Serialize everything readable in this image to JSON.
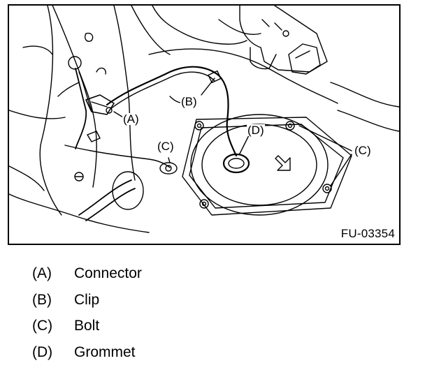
{
  "figure": {
    "id": "FU-03354",
    "callouts": {
      "A": "(A)",
      "B": "(B)",
      "C_left": "(C)",
      "C_right": "(C)",
      "D": "(D)"
    }
  },
  "legend": [
    {
      "code": "(A)",
      "label": "Connector"
    },
    {
      "code": "(B)",
      "label": "Clip"
    },
    {
      "code": "(C)",
      "label": "Bolt"
    },
    {
      "code": "(D)",
      "label": "Grommet"
    }
  ]
}
